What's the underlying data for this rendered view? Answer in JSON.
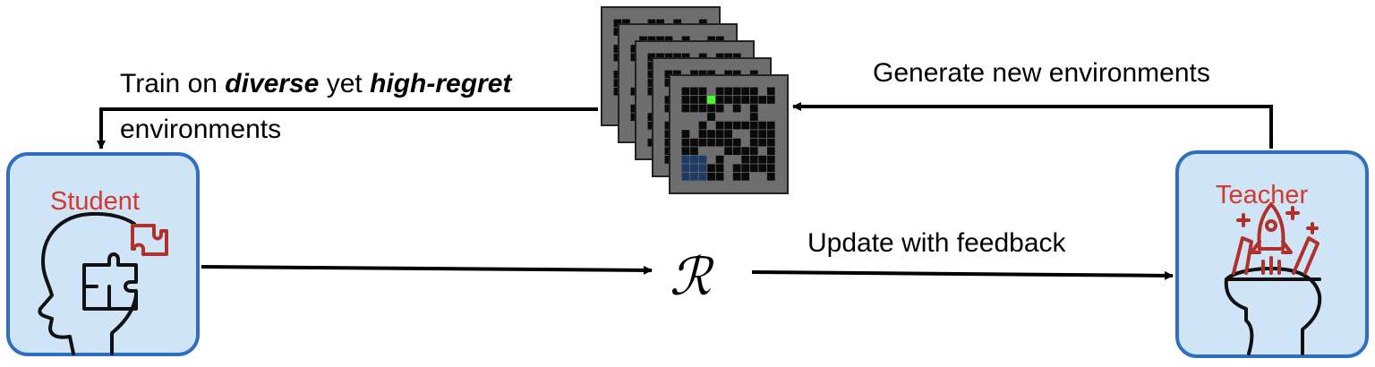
{
  "colors": {
    "node_fill": "#cfe4f7",
    "node_border": "#2f6fc0",
    "node_title": "#d23a2b",
    "icon_stroke": "#111111",
    "icon_accent": "#b2302a",
    "maze_wall": "#6e6e6e",
    "maze_floor": "#0a0a0a",
    "maze_goal": "#4cff2a",
    "maze_agent_zone": "#1c3c66",
    "arrow": "#000000"
  },
  "student": {
    "title": "Student",
    "icon": "head-puzzle-icon"
  },
  "teacher": {
    "title": "Teacher",
    "icon": "head-tools-icon"
  },
  "regret": {
    "symbol": "ℛ"
  },
  "labels": {
    "train_pre": "Train on ",
    "train_em1": "diverse",
    "train_mid": " yet ",
    "train_em2": "high-regret",
    "train_line2": "environments",
    "generate": "Generate new environments",
    "update": "Update with feedback"
  },
  "environments": {
    "icon": "maze-grid-stack-icon",
    "count": 5
  }
}
